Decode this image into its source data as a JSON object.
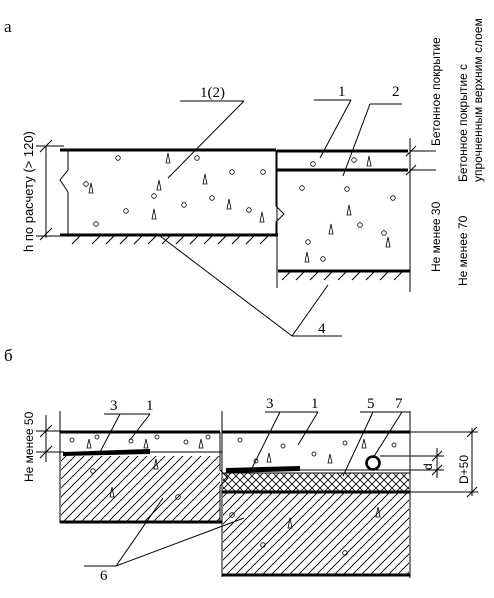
{
  "panels": {
    "a": {
      "letter": "а",
      "left_dimension": "h по расчету (> 120)",
      "callouts": {
        "left_slab": "1(2)",
        "top_layer": "1",
        "hardened_layer": "2",
        "base": "4"
      },
      "right_labels": {
        "coating": "Бетонное покрытие",
        "coating_hardened": [
          "Бетонное покрытие с",
          "упрочненным верхним слоем"
        ],
        "min30": "Не менее 30",
        "min70": "Не менее 70"
      }
    },
    "b": {
      "letter": "б",
      "left_dimension": "Не менее 50",
      "callouts": {
        "left_strip": "3",
        "left_layer": "1",
        "mid_strip": "3",
        "mid_layer": "1",
        "pipe_zone": "5",
        "pipe": "7",
        "base": "6"
      },
      "right_labels": {
        "diameter": "d",
        "depth": "D+50"
      }
    }
  }
}
